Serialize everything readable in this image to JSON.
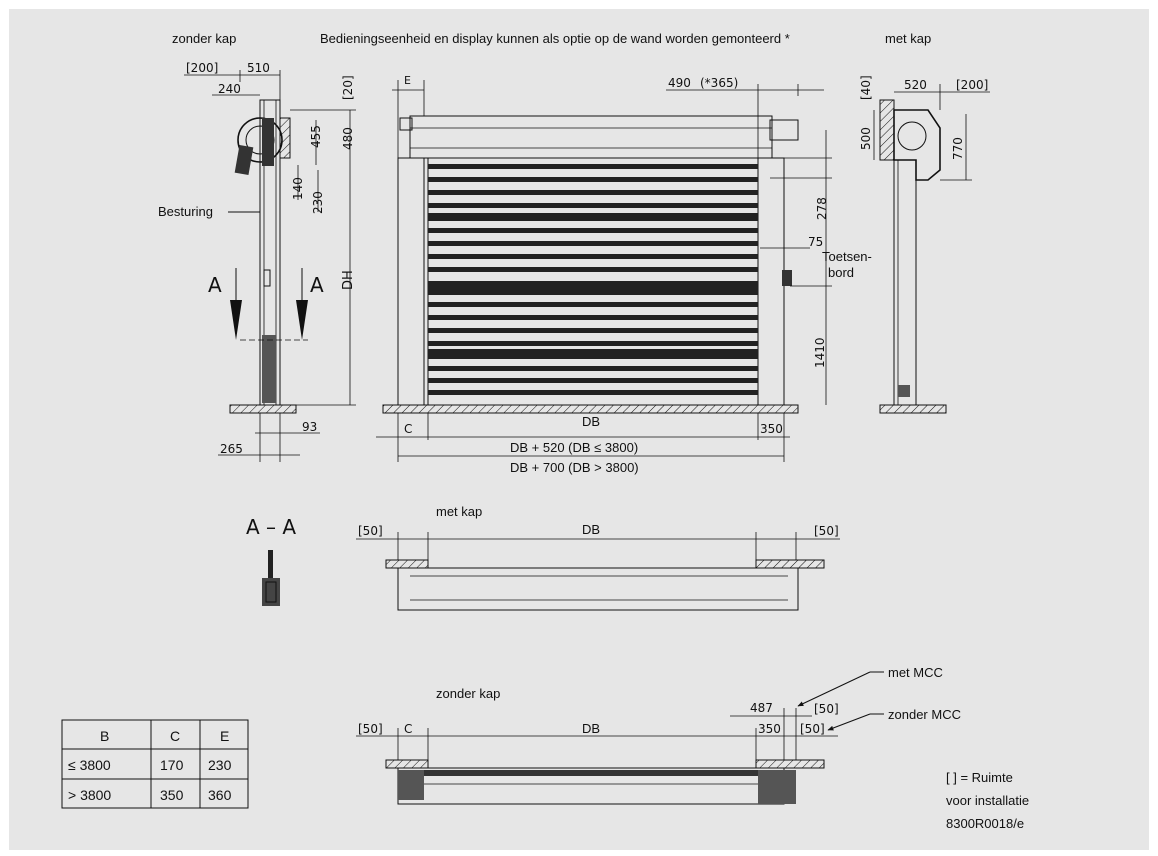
{
  "header": {
    "left_label": "zonder kap",
    "center_note": "Bedieningseenheid en display kunnen als optie op de wand worden gemonteerd *",
    "right_label": "met kap"
  },
  "left_view": {
    "dim_200": "[200]",
    "dim_510": "510",
    "dim_240": "240",
    "dim_20": "[20]",
    "dim_455": "455",
    "dim_480": "480",
    "dim_140": "140",
    "dim_230": "230",
    "besturing": "Besturing",
    "section_a_left": "A",
    "section_a_right": "A",
    "dh": "DH",
    "dim_93": "93",
    "dim_265": "265"
  },
  "front_view": {
    "dim_e": "E",
    "dim_490": "490",
    "dim_490_note": "(*365)",
    "dim_278": "278",
    "dim_75": "75",
    "toetsenbord_1": "Toetsen-",
    "toetsenbord_2": "bord",
    "dim_1410": "1410",
    "dim_c": "C",
    "db": "DB",
    "dim_350": "350",
    "width_rule_1": "DB + 520 (DB ≤ 3800)",
    "width_rule_2": "DB + 700 (DB > 3800)"
  },
  "right_view": {
    "dim_40": "[40]",
    "dim_520": "520",
    "dim_200": "[200]",
    "dim_500": "500",
    "dim_770": "770"
  },
  "section_aa": {
    "label": "A – A"
  },
  "plan_met_kap": {
    "title": "met kap",
    "dim_50_left": "[50]",
    "db": "DB",
    "dim_50_right": "[50]"
  },
  "plan_zonder_kap": {
    "title": "zonder kap",
    "dim_50_left": "[50]",
    "dim_c": "C",
    "db": "DB",
    "dim_487": "487",
    "dim_50_a": "[50]",
    "dim_350": "350",
    "dim_50_b": "[50]",
    "met_mcc": "met MCC",
    "zonder_mcc": "zonder MCC"
  },
  "table": {
    "headers": [
      "B",
      "C",
      "E"
    ],
    "rows": [
      [
        "≤ 3800",
        "170",
        "230"
      ],
      [
        "> 3800",
        "350",
        "360"
      ]
    ]
  },
  "legend": {
    "line1": "[  ] = Ruimte",
    "line2": "voor installatie",
    "code": "8300R0018/e"
  }
}
